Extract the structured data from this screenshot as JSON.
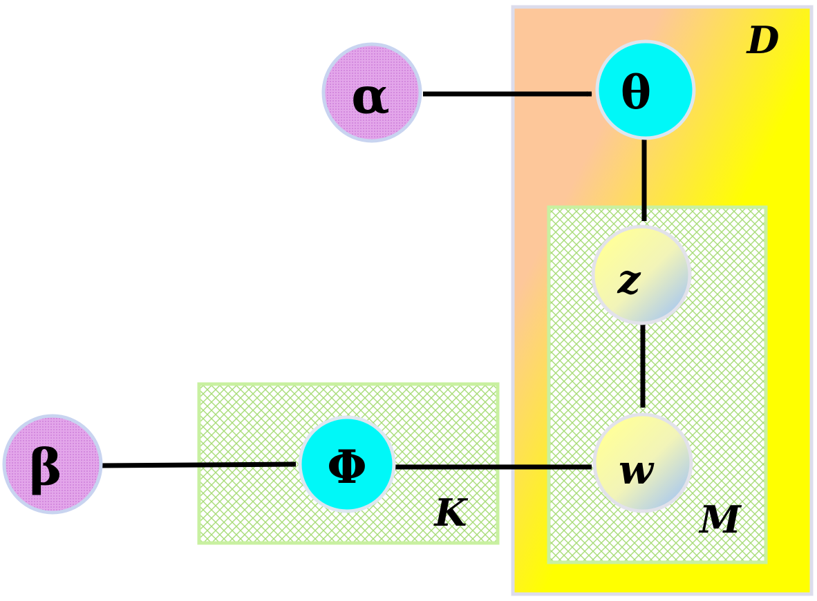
{
  "plates": {
    "D": {
      "label": "D",
      "fill_start": "#fdc79a",
      "fill_end": "#ffff00",
      "border": "#dcdcec"
    },
    "M": {
      "label": "M",
      "fill": "#ffffff",
      "hatch": "#a8dc78",
      "border": "#c8f0a0"
    },
    "K": {
      "label": "K",
      "fill": "#ffffff",
      "hatch": "#a8dc78",
      "border": "#c8f0a0"
    }
  },
  "nodes": {
    "alpha": {
      "label": "α",
      "color": "#e3a6ea",
      "dots": "#c874d6",
      "role": "hyperparameter"
    },
    "beta": {
      "label": "β",
      "color": "#e3a6ea",
      "dots": "#c874d6",
      "role": "hyperparameter"
    },
    "theta": {
      "label": "θ",
      "color": "#00f8f8",
      "role": "latent"
    },
    "phi": {
      "label": "Φ",
      "color": "#00f8f8",
      "role": "latent"
    },
    "z": {
      "label": "z",
      "grad_start": "#ffff9a",
      "grad_end": "#a8c8f0",
      "role": "latent"
    },
    "w": {
      "label": "w",
      "grad_start": "#ffff9a",
      "grad_end": "#a8c8f0",
      "role": "observed"
    }
  },
  "edges": [
    {
      "from": "alpha",
      "to": "theta"
    },
    {
      "from": "theta",
      "to": "z"
    },
    {
      "from": "z",
      "to": "w"
    },
    {
      "from": "beta",
      "to": "phi"
    },
    {
      "from": "phi",
      "to": "w"
    }
  ]
}
